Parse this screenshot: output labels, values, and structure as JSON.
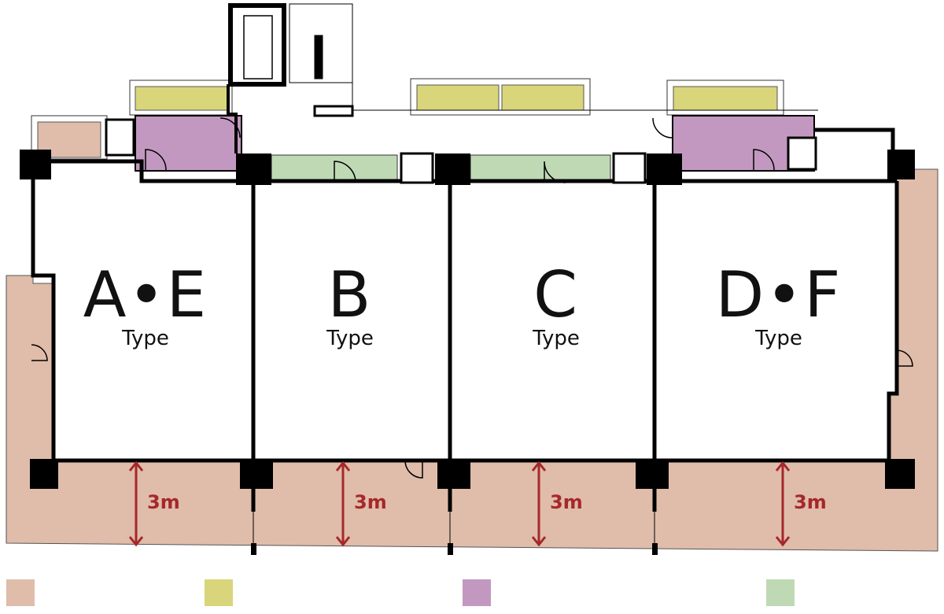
{
  "colors": {
    "balcony": "#e0bcab",
    "service_balcony": "#d9d57a",
    "alcove": "#c298c0",
    "porch": "#bfd9b5",
    "dimension": "#a5282a",
    "wall": "#000000"
  },
  "units": [
    {
      "letter": "A•E",
      "type": "Type"
    },
    {
      "letter": "B",
      "type": "Type"
    },
    {
      "letter": "C",
      "type": "Type"
    },
    {
      "letter": "D•F",
      "type": "Type"
    }
  ],
  "dimensions": [
    "3m",
    "3m",
    "3m",
    "3m"
  ],
  "legend": [
    {
      "color": "#e0bcab"
    },
    {
      "color": "#d9d57a"
    },
    {
      "color": "#c298c0"
    },
    {
      "color": "#bfd9b5"
    }
  ]
}
